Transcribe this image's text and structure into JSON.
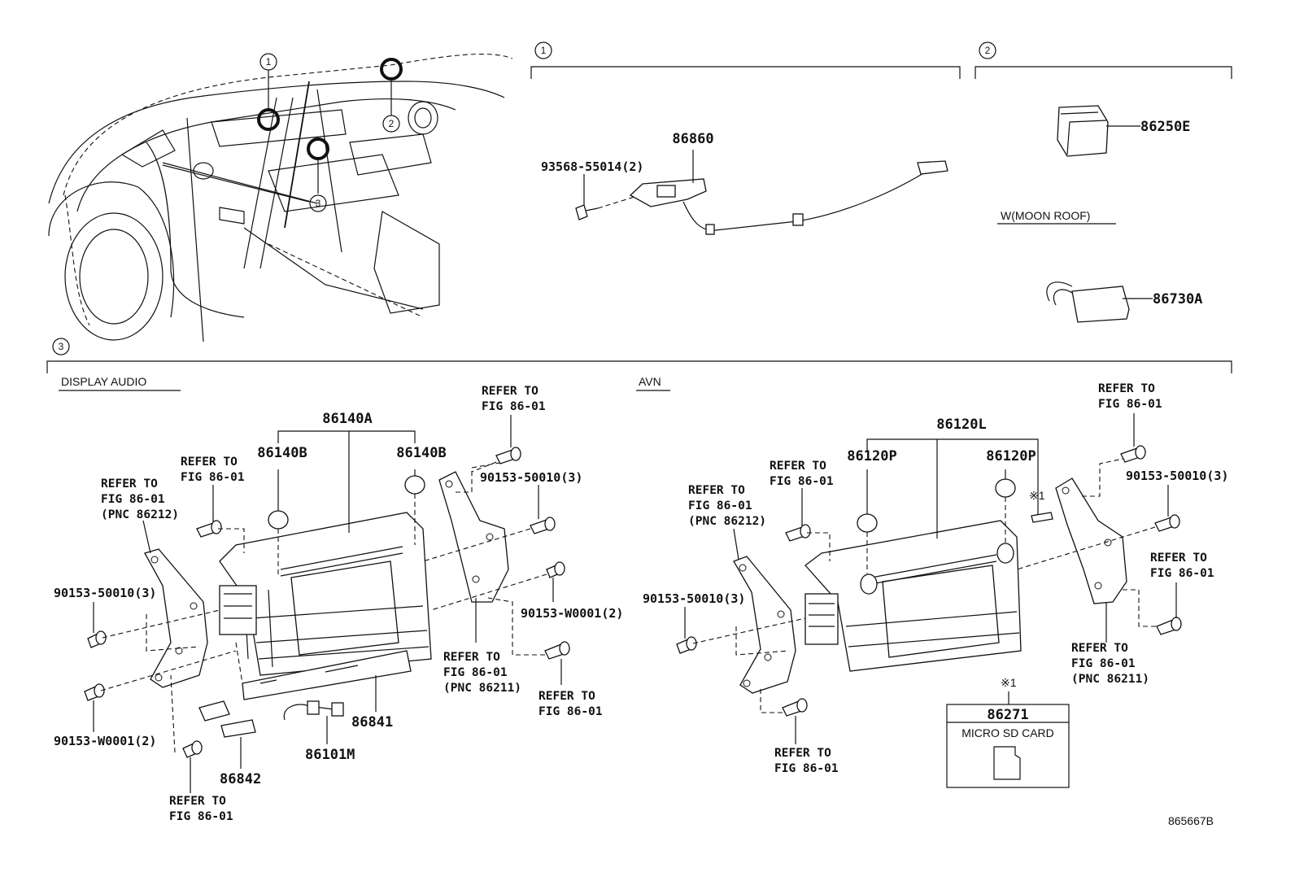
{
  "figure_id": "865667B",
  "overview": {
    "callouts": [
      "1",
      "2",
      "3"
    ]
  },
  "section1": {
    "number": "1",
    "parts": {
      "cable": "86860",
      "screw": "93568-55014(2)"
    }
  },
  "section2": {
    "number": "2",
    "parts": {
      "module_a": "86250E",
      "module_b": "86730A"
    },
    "condition": "W(MOON ROOF)"
  },
  "section3": {
    "number": "3",
    "display_audio": {
      "heading": "DISPLAY AUDIO",
      "parts": {
        "head_unit": "86140A",
        "knob_left": "86140B",
        "knob_right": "86140B",
        "bracket_bolt_right": "90153-50010(3)",
        "bracket_bolt_left": "90153-50010(3)",
        "screw_right": "90153-W0001(2)",
        "screw_left": "90153-W0001(2)",
        "module": "86841",
        "harness": "86101M",
        "connector": "86842"
      },
      "notes": {
        "top_right": [
          "REFER TO",
          "FIG 86-01"
        ],
        "top_left": [
          "REFER TO",
          "FIG 86-01"
        ],
        "left_bracket": [
          "REFER TO",
          "FIG 86-01",
          "(PNC 86212)"
        ],
        "right_bracket": [
          "REFER TO",
          "FIG 86-01",
          "(PNC 86211)"
        ],
        "right_bottom": [
          "REFER TO",
          "FIG 86-01"
        ],
        "bottom": [
          "REFER TO",
          "FIG 86-01"
        ]
      }
    },
    "avn": {
      "heading": "AVN",
      "parts": {
        "head_unit": "86120L",
        "knob_left": "86120P",
        "knob_right": "86120P",
        "bolt_right": "90153-50010(3)",
        "bolt_left": "90153-50010(3)"
      },
      "notes": {
        "top_right": [
          "REFER TO",
          "FIG 86-01"
        ],
        "top_left": [
          "REFER TO",
          "FIG 86-01"
        ],
        "left_bracket": [
          "REFER TO",
          "FIG 86-01",
          "(PNC 86212)"
        ],
        "right_side": [
          "REFER TO",
          "FIG 86-01"
        ],
        "right_bracket": [
          "REFER TO",
          "FIG 86-01",
          "(PNC 86211)"
        ],
        "bottom": [
          "REFER TO",
          "FIG 86-01"
        ]
      },
      "asterisk_mark": "※1",
      "sd_card": {
        "mark": "※1",
        "part": "86271",
        "label": "MICRO SD CARD"
      }
    }
  }
}
